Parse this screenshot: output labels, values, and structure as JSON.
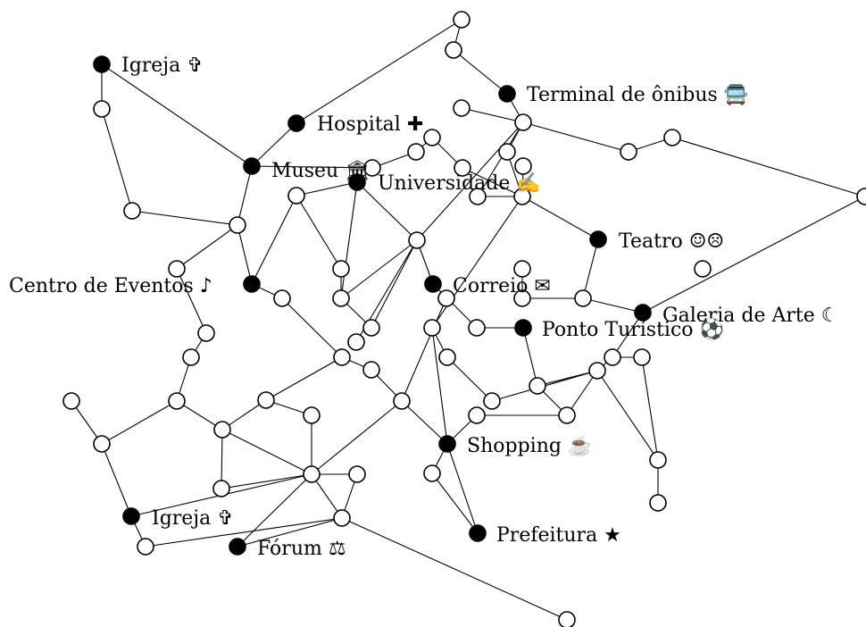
{
  "landmarks": [
    {
      "id": "igreja-1",
      "label": "Igreja ✞"
    },
    {
      "id": "hospital",
      "label": "Hospital ✚"
    },
    {
      "id": "terminal",
      "label": "Terminal de ônibus 🚍"
    },
    {
      "id": "museu",
      "label": "Museu 🏛"
    },
    {
      "id": "universidade",
      "label": "Universidade ✍"
    },
    {
      "id": "teatro",
      "label": "Teatro ☺☹"
    },
    {
      "id": "centro-eventos",
      "label": "Centro de Eventos ♪"
    },
    {
      "id": "correio",
      "label": "Correio ✉"
    },
    {
      "id": "galeria",
      "label": "Galeria de Arte ☾"
    },
    {
      "id": "ponto-turistico",
      "label": "Ponto Turístico ⚽"
    },
    {
      "id": "shopping",
      "label": "Shopping ☕"
    },
    {
      "id": "prefeitura",
      "label": "Prefeitura ★"
    },
    {
      "id": "igreja-2",
      "label": "Igreja ✞"
    },
    {
      "id": "forum",
      "label": "Fórum ⚖"
    }
  ],
  "colors": {
    "node_filled": "#000000",
    "node_open": "#ffffff",
    "edge": "#000000"
  }
}
